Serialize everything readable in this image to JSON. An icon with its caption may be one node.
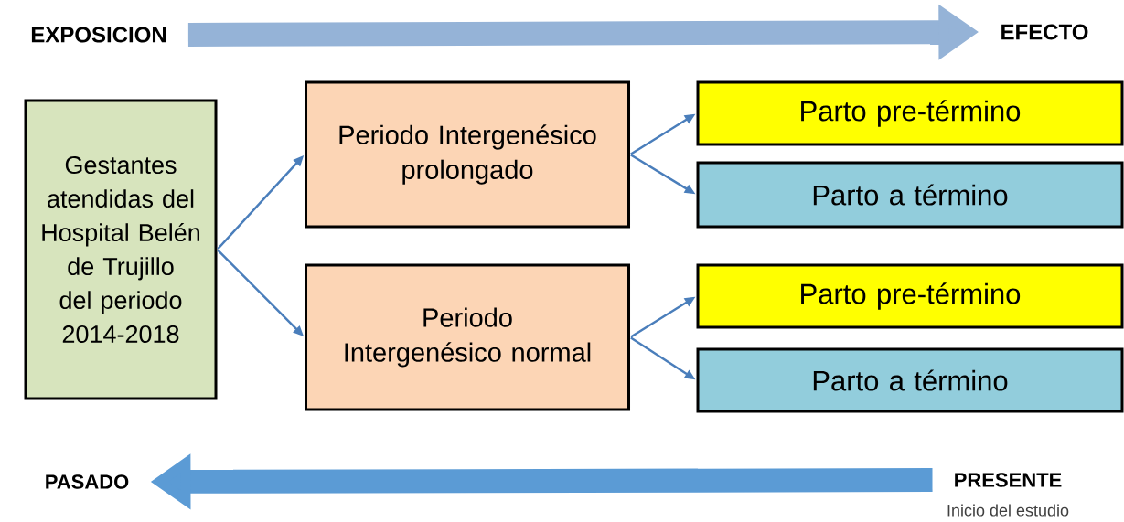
{
  "diagram": {
    "nodes": [
      {
        "text": [
          "EXPOSICION"
        ]
      },
      {
        "text": [
          "EFECTO"
        ]
      },
      {
        "text": [
          "Gestantes atendidas del Hospital Belén de Trujillo del periodo 2014-2018"
        ]
      },
      {
        "text": [
          "Periodo Intergenésico prolongado"
        ]
      },
      {
        "text": [
          "Parto pre-término"
        ]
      },
      {
        "text": [
          "Parto a término"
        ]
      },
      {
        "text": [
          "Periodo Intergenésico normal"
        ]
      },
      {
        "text": [
          "Parto pre-término"
        ]
      },
      {
        "text": [
          "Parto a término"
        ]
      },
      {
        "text": [
          "PASADO"
        ]
      },
      {
        "text": [
          "PRESENTE"
        ],
        "beside": [
          "Inicio del estudio"
        ]
      }
    ],
    "edges": [
      {
        "from": 0,
        "to": 1,
        "arrow": "to",
        "style": "thick",
        "color": "#95b3d7"
      },
      {
        "from": 2,
        "to": 3,
        "arrow": "to"
      },
      {
        "from": 2,
        "to": 6,
        "arrow": "to"
      },
      {
        "from": 3,
        "to": 4,
        "arrow": "to"
      },
      {
        "from": 3,
        "to": 5,
        "arrow": "to"
      },
      {
        "from": 6,
        "to": 7,
        "arrow": "to"
      },
      {
        "from": 6,
        "to": 8,
        "arrow": "to"
      },
      {
        "from": 10,
        "to": 9,
        "arrow": "to",
        "style": "thick",
        "color": "#5b9bd5"
      }
    ]
  }
}
